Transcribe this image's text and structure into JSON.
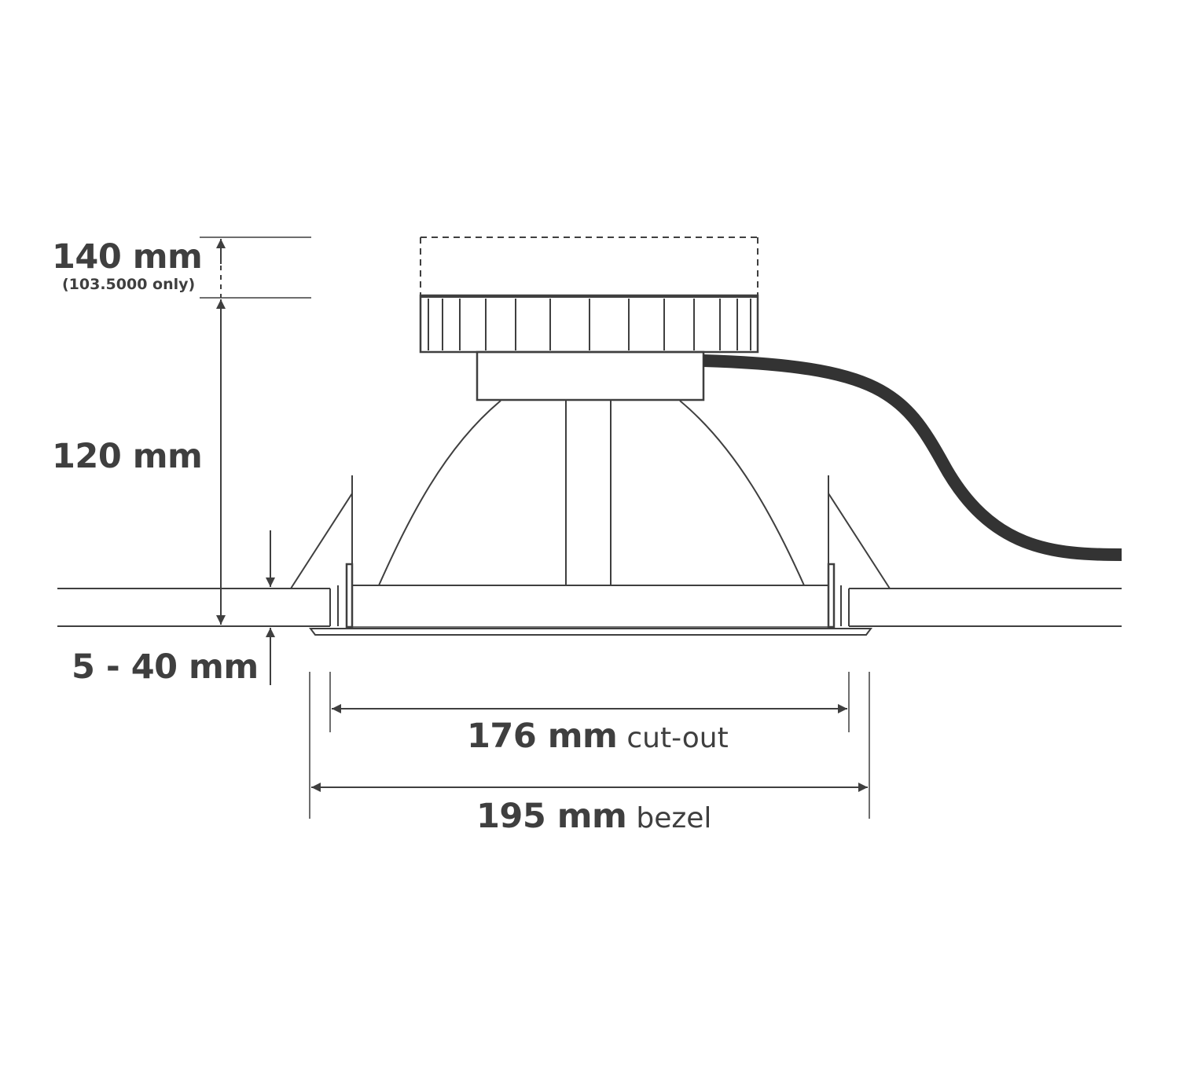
{
  "dimensions": {
    "height_140": {
      "value": "140 mm",
      "note": "(103.5000 only)"
    },
    "height_120": {
      "value": "120 mm"
    },
    "ceiling_thickness": {
      "value": "5 - 40 mm"
    },
    "cut_out": {
      "value": "176 mm",
      "note": "cut-out"
    },
    "bezel": {
      "value": "195 mm",
      "note": "bezel"
    }
  },
  "colors": {
    "line": "#3f3f3f",
    "cable": "#333333",
    "background": "#ffffff"
  }
}
